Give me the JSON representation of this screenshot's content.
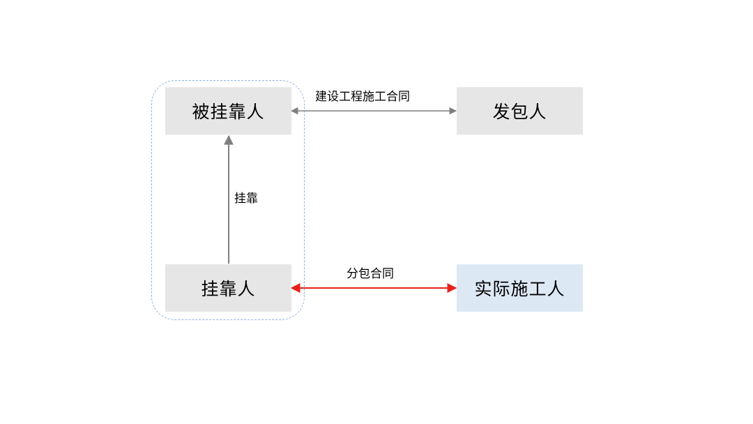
{
  "nodes": {
    "beiguakaoren": "被挂靠人",
    "fabaoren": "发包人",
    "guakaoren": "挂靠人",
    "shijishigongren": "实际施工人"
  },
  "edges": {
    "construction_contract": "建设工程施工合同",
    "subcontract": "分包合同",
    "affiliation": "挂靠"
  },
  "colors": {
    "gray_arrow": "#7f7f7f",
    "red_arrow": "#e8221b",
    "node_gray": "#e6e6e6",
    "node_blue": "#dde8f5",
    "group_outline": "#8fb4e3"
  }
}
